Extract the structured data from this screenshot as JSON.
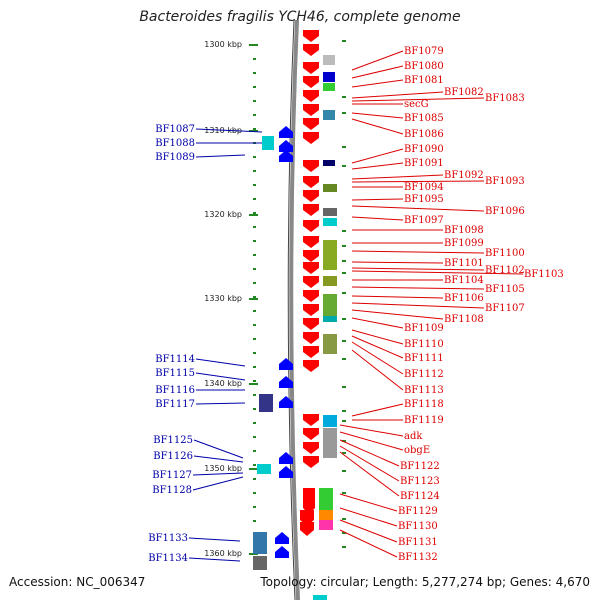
{
  "title": "Bacteroides fragilis YCH46, complete genome",
  "accession": "Accession: NC_006347",
  "topology": "Topology: circular; Length: 5,277,274 bp; Genes: 4,670",
  "colors": {
    "right_label": "#dd0000",
    "left_label": "#0000aa",
    "right_arrow": "#ff0000",
    "left_arrow": "#0000ff",
    "scale": "#228822",
    "backbone": "#888888"
  },
  "scale_labels": [
    "1300 kbp",
    "1310 kbp",
    "1320 kbp",
    "1330 kbp",
    "1340 kbp",
    "1350 kbp",
    "1360 kbp"
  ],
  "right_genes": [
    "BF1079",
    "BF1080",
    "BF1081",
    "BF1082",
    "BF1083",
    "secG",
    "BF1085",
    "BF1086",
    "BF1090",
    "BF1091",
    "BF1092",
    "BF1093",
    "BF1094",
    "BF1095",
    "BF1096",
    "BF1097",
    "BF1098",
    "BF1099",
    "BF1100",
    "BF1101",
    "BF1102",
    "BF1103",
    "BF1104",
    "BF1105",
    "BF1106",
    "BF1107",
    "BF1108",
    "BF1109",
    "BF1110",
    "BF1111",
    "BF1112",
    "BF1113",
    "BF1118",
    "BF1119",
    "adk",
    "obgE",
    "BF1122",
    "BF1123",
    "BF1124",
    "BF1129",
    "BF1130",
    "BF1131",
    "BF1132"
  ],
  "left_genes": [
    "BF1087",
    "BF1088",
    "BF1089",
    "BF1114",
    "BF1115",
    "BF1116",
    "BF1117",
    "BF1125",
    "BF1126",
    "BF1127",
    "BF1128",
    "BF1133",
    "BF1134"
  ]
}
